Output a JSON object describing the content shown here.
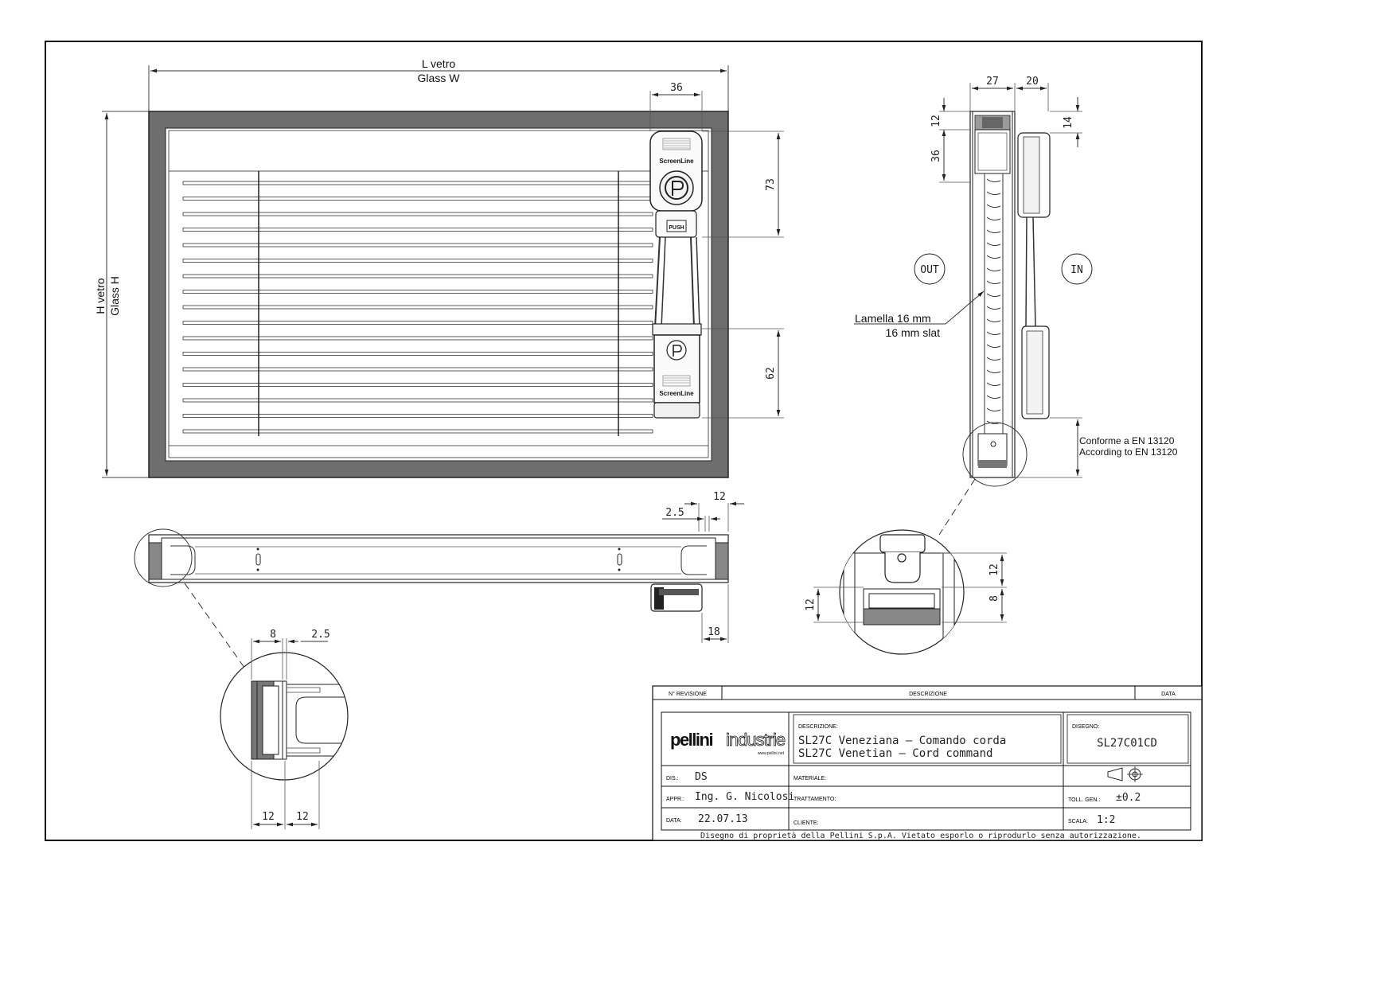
{
  "front_view": {
    "glass_width_it": "L vetro",
    "glass_width_en": "Glass W",
    "glass_height_it": "H vetro",
    "glass_height_en": "Glass H",
    "dim_control_width": "36",
    "dim_top_handle": "73",
    "dim_bottom_handle": "62",
    "brand_top": "ScreenLine",
    "brand_bottom": "ScreenLine",
    "push_label": "PUSH"
  },
  "side_view": {
    "dim_27": "27",
    "dim_20": "20",
    "dim_12": "12",
    "dim_36": "36",
    "dim_14": "14",
    "out_label": "OUT",
    "in_label": "IN",
    "slat_it": "Lamella 16 mm",
    "slat_en": "16 mm slat",
    "norm_it": "Conforme a EN 13120",
    "norm_en": "According to EN 13120",
    "detail_dim_12a": "12",
    "detail_dim_8": "8",
    "detail_dim_12b": "12"
  },
  "section_view": {
    "dim_12": "12",
    "dim_2_5": "2.5",
    "dim_18": "18",
    "detail_dim_8": "8",
    "detail_dim_2_5": "2.5",
    "detail_dim_12a": "12",
    "detail_dim_12b": "12"
  },
  "title_block": {
    "rev_header": "N° REVISIONE",
    "desc_header": "DESCRIZIONE",
    "date_header": "DATA",
    "logo_main": "pellini",
    "logo_sub": "industrie",
    "logo_url": "www.pellini.net",
    "descrizione_label": "DESCRIZIONE:",
    "descrizione_line1": "SL27C Veneziana – Comando corda",
    "descrizione_line2": "SL27C Venetian – Cord command",
    "disegno_label": "DISEGNO:",
    "disegno_value": "SL27C01CD",
    "dis_label": "DIS.:",
    "dis_value": "DS",
    "appr_label": "APPR.:",
    "appr_value": "Ing. G. Nicolosi",
    "data_label": "DATA:",
    "data_value": "22.07.13",
    "materiale_label": "MATERIALE:",
    "trattamento_label": "TRATTAMENTO:",
    "cliente_label": "CLIENTE:",
    "toll_label": "TOLL. GEN.:",
    "toll_value": "±0.2",
    "scala_label": "SCALA:",
    "scala_value": "1:2",
    "footer": "Disegno di proprietà della Pellini S.p.A. Vietato esporlo o riprodurlo senza autorizzazione."
  }
}
